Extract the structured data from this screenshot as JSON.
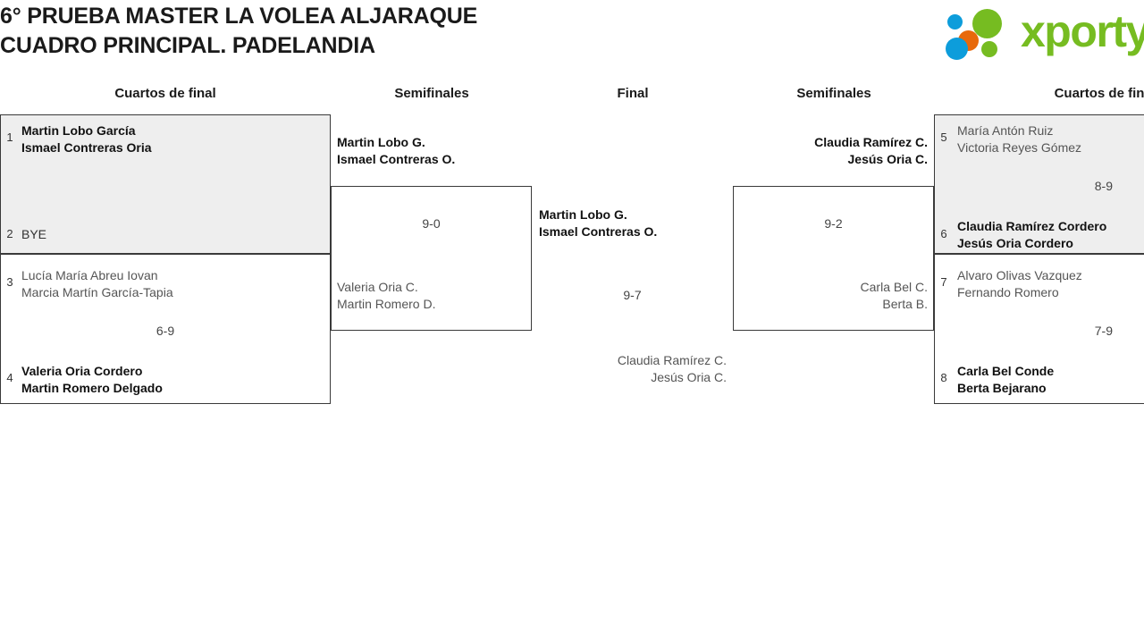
{
  "header": {
    "title_line1": "6° PRUEBA MASTER LA VOLEA ALJARAQUE",
    "title_line2": "CUADRO PRINCIPAL. PADELANDIA",
    "logo_text": "xporty",
    "logo_colors": {
      "green": "#76bc21",
      "blue": "#0d9ddb",
      "orange": "#e8690b"
    }
  },
  "rounds": {
    "qf_left": "Cuartos de final",
    "sf_left": "Semifinales",
    "final": "Final",
    "sf_right": "Semifinales",
    "qf_right": "Cuartos de fin"
  },
  "bracket": {
    "qf_left": [
      {
        "seed_top": "1",
        "top_line1": "Martin Lobo García",
        "top_line2": "Ismael Contreras Oria",
        "top_result": "win",
        "seed_bottom": "2",
        "bottom_line1": "BYE",
        "bottom_line2": "",
        "bottom_result": "bye",
        "score": ""
      },
      {
        "seed_top": "3",
        "top_line1": "Lucía María Abreu Iovan",
        "top_line2": "Marcia Martín García-Tapia",
        "top_result": "lose",
        "seed_bottom": "4",
        "bottom_line1": "Valeria Oria Cordero",
        "bottom_line2": "Martin Romero Delgado",
        "bottom_result": "win",
        "score": "6-9"
      }
    ],
    "sf_left": {
      "winner_line1": "Martin Lobo G.",
      "winner_line2": "Ismael Contreras O.",
      "loser_line1": "Valeria Oria C.",
      "loser_line2": "Martin Romero D.",
      "score": "9-0"
    },
    "final": {
      "winner_line1": "Martin Lobo G.",
      "winner_line2": "Ismael Contreras O.",
      "loser_line1": "Claudia Ramírez C.",
      "loser_line2": "Jesús Oria C.",
      "score": "9-7"
    },
    "sf_right": {
      "winner_line1": "Claudia Ramírez C.",
      "winner_line2": "Jesús Oria C.",
      "loser_line1": "Carla Bel C.",
      "loser_line2": "Berta B.",
      "score": "9-2"
    },
    "qf_right": [
      {
        "seed_top": "5",
        "top_line1": "María Antón Ruiz",
        "top_line2": "Victoria Reyes Gómez",
        "top_result": "lose",
        "seed_bottom": "6",
        "bottom_line1": "Claudia Ramírez Cordero",
        "bottom_line2": "Jesús Oria Cordero",
        "bottom_result": "win",
        "score": "8-9"
      },
      {
        "seed_top": "7",
        "top_line1": "Alvaro Olivas Vazquez",
        "top_line2": "Fernando Romero",
        "top_result": "lose",
        "seed_bottom": "8",
        "bottom_line1": "Carla Bel Conde",
        "bottom_line2": "Berta Bejarano",
        "bottom_result": "win",
        "score": "7-9"
      }
    ]
  }
}
